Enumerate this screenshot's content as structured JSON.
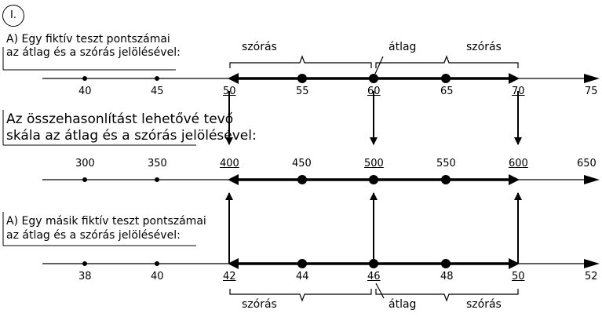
{
  "figure_label": "I.",
  "scale_a": {
    "caption_lines": [
      "A) Egy fiktív teszt pontszámai",
      "az átlag és a szórás jelölésével:"
    ],
    "ticks": [
      "40",
      "45",
      "50",
      "55",
      "60",
      "65",
      "70",
      "75"
    ],
    "mean_label": "átlag",
    "sd_label_left": "szórás",
    "sd_label_right": "szórás"
  },
  "scale_b": {
    "caption_lines": [
      "Az összehasonlítást lehetővé tevő",
      "skála az átlag és a szórás jelölésével:"
    ],
    "ticks": [
      "300",
      "350",
      "400",
      "450",
      "500",
      "550",
      "600",
      "650"
    ]
  },
  "scale_c": {
    "caption_lines": [
      "A) Egy másik fiktív teszt pontszámai",
      "az átlag és a szórás jelölésével:"
    ],
    "ticks": [
      "38",
      "40",
      "42",
      "44",
      "46",
      "48",
      "50",
      "52"
    ],
    "mean_label": "átlag",
    "sd_label_left": "szórás",
    "sd_label_right": "szórás"
  }
}
